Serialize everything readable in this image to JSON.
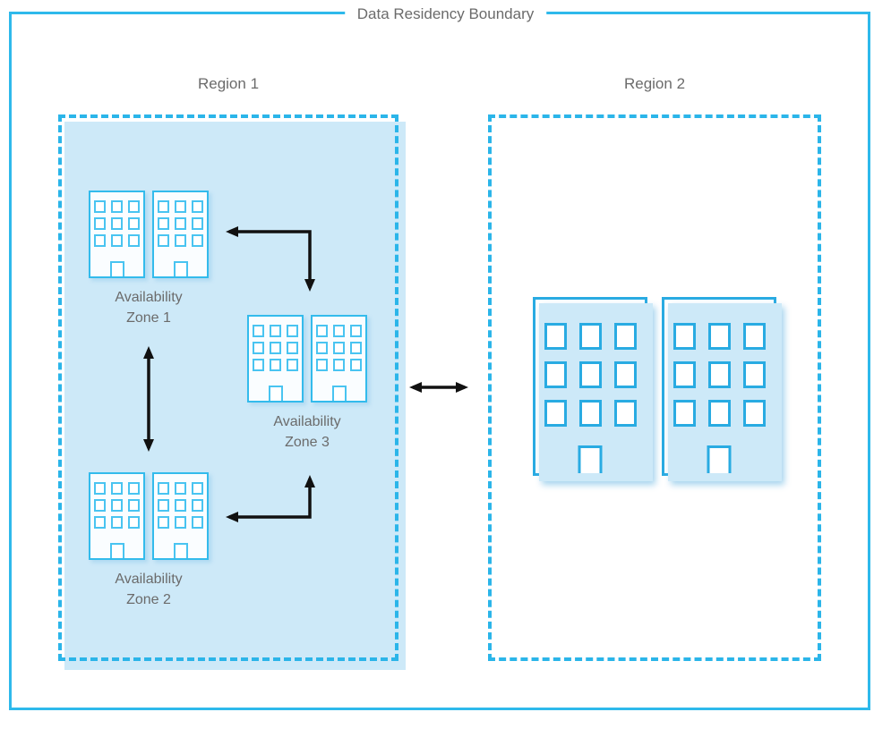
{
  "title": "Data Residency Boundary",
  "regions": [
    {
      "label": "Region 1",
      "zones": [
        {
          "id": "availability-zone-1",
          "label": "Availability\nZone 1"
        },
        {
          "id": "availability-zone-3",
          "label": "Availability\nZone 3"
        },
        {
          "id": "availability-zone-2",
          "label": "Availability\nZone 2"
        }
      ]
    },
    {
      "label": "Region 2"
    }
  ],
  "connections": [
    {
      "between": [
        "Availability Zone 1",
        "Availability Zone 3"
      ],
      "bidirectional": true
    },
    {
      "between": [
        "Availability Zone 1",
        "Availability Zone 2"
      ],
      "bidirectional": true
    },
    {
      "between": [
        "Availability Zone 2",
        "Availability Zone 3"
      ],
      "bidirectional": true
    },
    {
      "between": [
        "Region 1",
        "Region 2"
      ],
      "bidirectional": true
    }
  ],
  "icons": {
    "building": "building-icon"
  },
  "colors": {
    "accent_blue": "#2BB5E9",
    "region_fill": "#CDE9F8",
    "building_border": "#29ABE2",
    "small_building_border": "#33BBEC",
    "label_gray": "#6B6B6B",
    "arrow_black": "#111111"
  }
}
